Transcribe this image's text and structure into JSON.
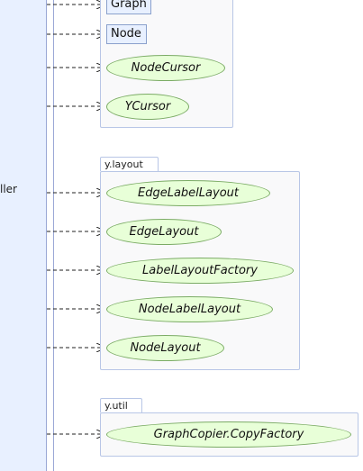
{
  "left_node_label": "ller",
  "packages": [
    {
      "name": "",
      "classes": [
        "Graph",
        "Node"
      ],
      "interfaces": [
        "NodeCursor",
        "YCursor"
      ]
    },
    {
      "name": "y.layout",
      "interfaces": [
        "EdgeLabelLayout",
        "EdgeLayout",
        "LabelLayoutFactory",
        "NodeLabelLayout",
        "NodeLayout"
      ]
    },
    {
      "name": "y.util",
      "interfaces": [
        "GraphCopier.CopyFactory"
      ]
    }
  ],
  "colors": {
    "interface_fill": "#e8ffd8",
    "class_fill": "#e8f0ff",
    "package_border": "#b8c6e6"
  }
}
